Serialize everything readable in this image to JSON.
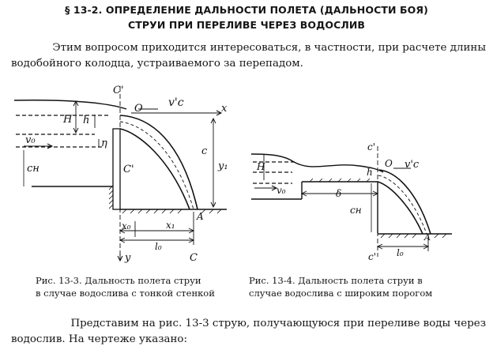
{
  "heading": {
    "line1": "§ 13-2. ОПРЕДЕЛЕНИЕ ДАЛЬНОСТИ ПОЛЕТА (ДАЛЬНОСТИ БОЯ)",
    "line2": "СТРУИ ПРИ ПЕРЕЛИВЕ ЧЕРЕЗ ВОДОСЛИВ"
  },
  "intro": {
    "line1": "Этим вопросом приходится интересоваться, в частности, при расчете длины",
    "line2": "водобойного колодца, устраиваемого за перепадом."
  },
  "figure_1": {
    "labels": {
      "c_prime_top": "C'",
      "O": "O",
      "vc_prime": "v'c",
      "x": "x",
      "H": "H",
      "h": "h",
      "eta": "η",
      "v0": "v₀",
      "cH": "cн",
      "c_prime_mid": "C'",
      "c_right": "c",
      "y1": "y₁",
      "A": "A",
      "x0": "x₀",
      "x1": "x₁",
      "l0": "l₀",
      "y": "y",
      "c_bottom": "C"
    },
    "caption_line1": "Рис. 13-3. Дальность полета струи",
    "caption_line2": "в случае водослива с тонкой стенкой"
  },
  "figure_2": {
    "labels": {
      "c_prime_top": "c'",
      "O": "O",
      "vc_prime": "v'c",
      "H": "H",
      "h": "h",
      "v0": "v₀",
      "delta": "δ",
      "cH": "cн",
      "A": "A",
      "c_prime_bottom": "c'",
      "l0": "l₀"
    },
    "caption_line1": "Рис. 13-4. Дальность полета струи в",
    "caption_line2": "случае водослива с широким порогом"
  },
  "body_text": {
    "line1": "Представим на рис. 13-3 струю, получающуюся при переливе воды через",
    "line2": "водослив. На чертеже указано:"
  }
}
